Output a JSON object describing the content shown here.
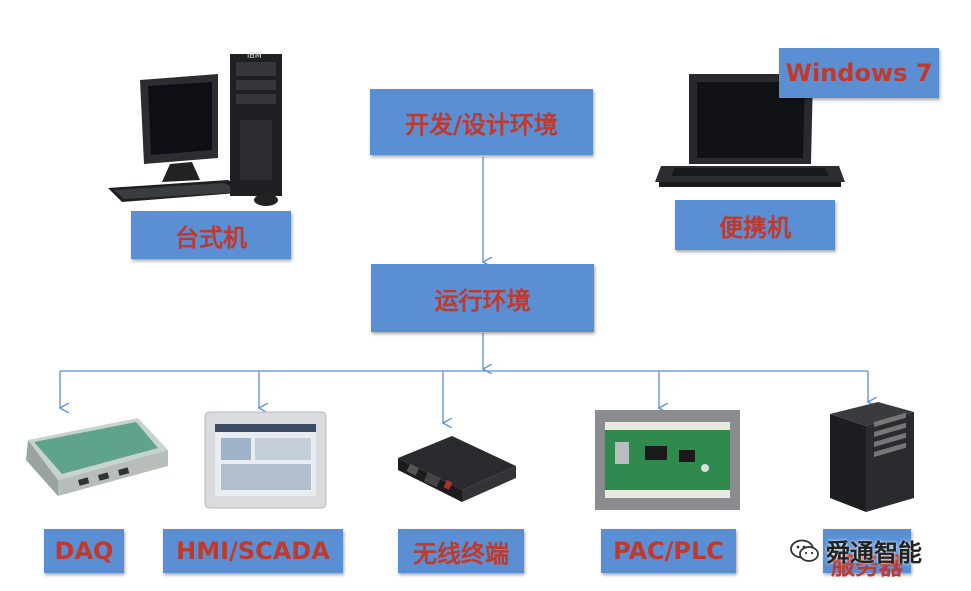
{
  "labels": {
    "dev_env": "开发/设计环境",
    "run_env": "运行环境",
    "desktop": "台式机",
    "laptop": "便携机",
    "windows": "Windows 7",
    "daq": "DAQ",
    "hmi": "HMI/SCADA",
    "wireless": "无线终端",
    "pac": "PAC/PLC",
    "server": "服务器"
  },
  "watermark": {
    "text": "舜通智能",
    "icon": "wechat-icon"
  },
  "colors": {
    "box_fill": "#5b8fd4",
    "box_text": "#c0392b",
    "connector": "#5b8fd4"
  }
}
